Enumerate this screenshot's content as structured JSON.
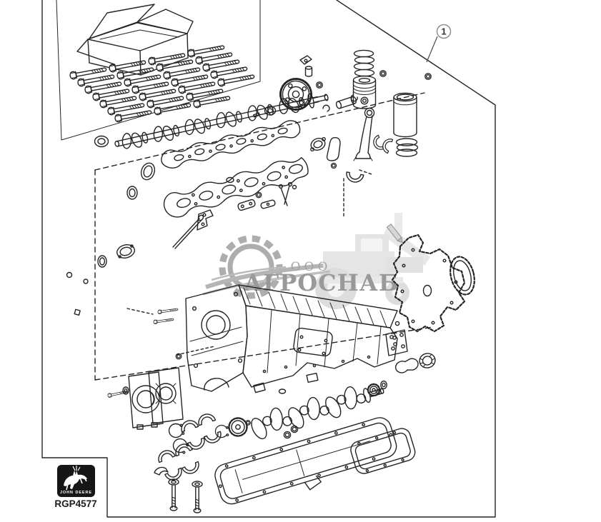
{
  "page": {
    "background_color": "#ffffff",
    "kind": "exploded-engine-parts-diagram"
  },
  "figure": {
    "callout_label": "1"
  },
  "watermark": {
    "prefix": "ООО",
    "name": "АГРОСНАБ",
    "text_color": "#979797",
    "art_color": "#ababab",
    "light_color": "#e2e2e2"
  },
  "branding": {
    "logo_text": "JOHN DEERE",
    "figure_code": "RGP4577",
    "logo_bg": "#161616",
    "logo_fg": "#ffffff"
  },
  "artwork": {
    "line_color": "#242424",
    "parts_icons": [
      "shipping-carton-icon",
      "cylinder-head-bolts-icon",
      "camshaft-icon",
      "camshaft-bushing-icon",
      "camshaft-gear-icon",
      "gear-washer-icon",
      "dowel-pin-icon",
      "cup-plug-icon",
      "clamp-bracket-icon",
      "o-ring-icon",
      "piston-rings-icon",
      "piston-icon",
      "piston-pin-icon",
      "pin-retainer-icon",
      "connecting-rod-icon",
      "rod-bearing-cap-icon",
      "rod-bearing-shells-icon",
      "cylinder-liner-icon",
      "liner-packing-rings-icon",
      "rocker-cover-gasket-icon",
      "cylinder-head-gasket-icon",
      "water-outlet-gasket-icon",
      "outlet-elbow-icon",
      "cotter-pins-icon",
      "lifting-bracket-icon",
      "small-gasket-icon",
      "dipstick-tube-icon",
      "engine-block-icon",
      "block-mount-bolts-icon",
      "front-seal-housing-icon",
      "front-crank-seal-icon",
      "housing-bolt-icon",
      "timing-cover-gasket-icon",
      "cover-oval-gasket-icon",
      "marking-pencil-icon",
      "rear-wear-sleeve-icon",
      "rear-crank-seal-icon",
      "crankshaft-icon",
      "crank-gear-icon",
      "main-bearing-shells-icon",
      "thrust-washer-icon",
      "snap-ring-icon",
      "rod-bolts-icon",
      "oil-pan-gasket-icon",
      "rear-cover-gasket-icon"
    ]
  }
}
